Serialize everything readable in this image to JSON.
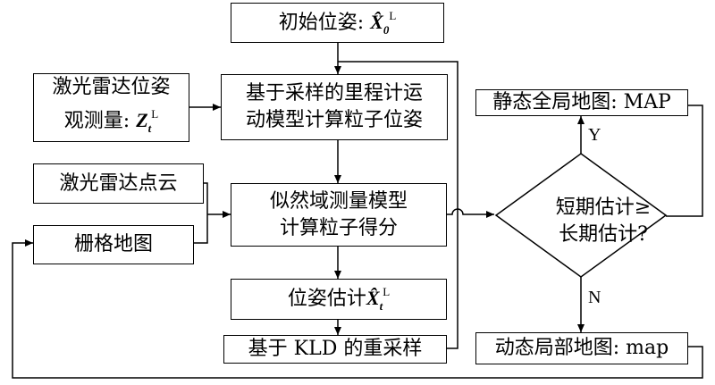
{
  "nodes": {
    "initial_pose": {
      "label": "初始位姿: ",
      "symbol": "X",
      "hat": "^",
      "sub": "0",
      "sup": "L"
    },
    "lidar_pose_obs": {
      "line1": "激光雷达位姿",
      "line2": "观测量: ",
      "symbol": "Z",
      "sub": "t",
      "sup": "L"
    },
    "motion_model": {
      "line1": "基于采样的里程计运",
      "line2": "动模型计算粒子位姿"
    },
    "lidar_point_cloud": {
      "label": "激光雷达点云"
    },
    "grid_map": {
      "label": "栅格地图"
    },
    "likelihood_model": {
      "line1": "似然域测量模型",
      "line2": "计算粒子得分"
    },
    "pose_estimate": {
      "label": "位姿估计",
      "symbol": "X",
      "hat": "^",
      "sub": "t",
      "sup": "L"
    },
    "kld_resampling": {
      "label": "基于 KLD 的重采样"
    },
    "decision": {
      "line1": "短期估计≥",
      "line2": "长期估计?"
    },
    "static_map": {
      "label": "静态全局地图: MAP"
    },
    "dynamic_map": {
      "label": "动态局部地图: map"
    }
  },
  "edges": {
    "yes_label": "Y",
    "no_label": "N"
  }
}
